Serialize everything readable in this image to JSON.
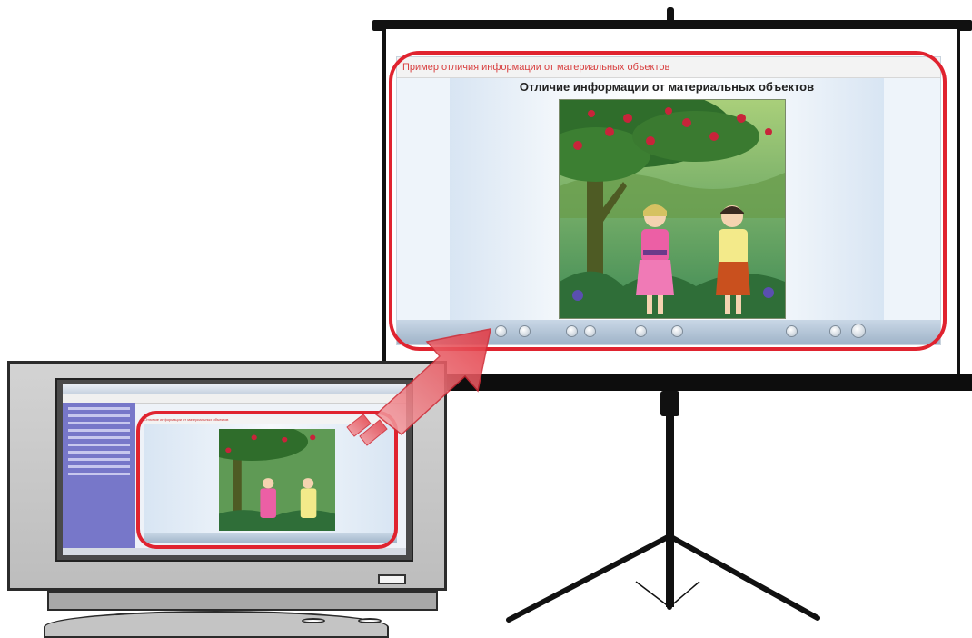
{
  "projected_slide": {
    "header_text": "Пример отличия информации от материальных объектов",
    "title": "Отличие информации от материальных объектов"
  },
  "monitor_slide": {
    "header_text": "Отличие информации от материальных объектов"
  },
  "icons": {
    "screen": "projector-screen-icon",
    "tripod": "tripod-icon",
    "monitor": "monitor-icon",
    "arrow": "projection-arrow-icon"
  },
  "colors": {
    "highlight": "#e0232f",
    "arrow": "#e8545c"
  }
}
